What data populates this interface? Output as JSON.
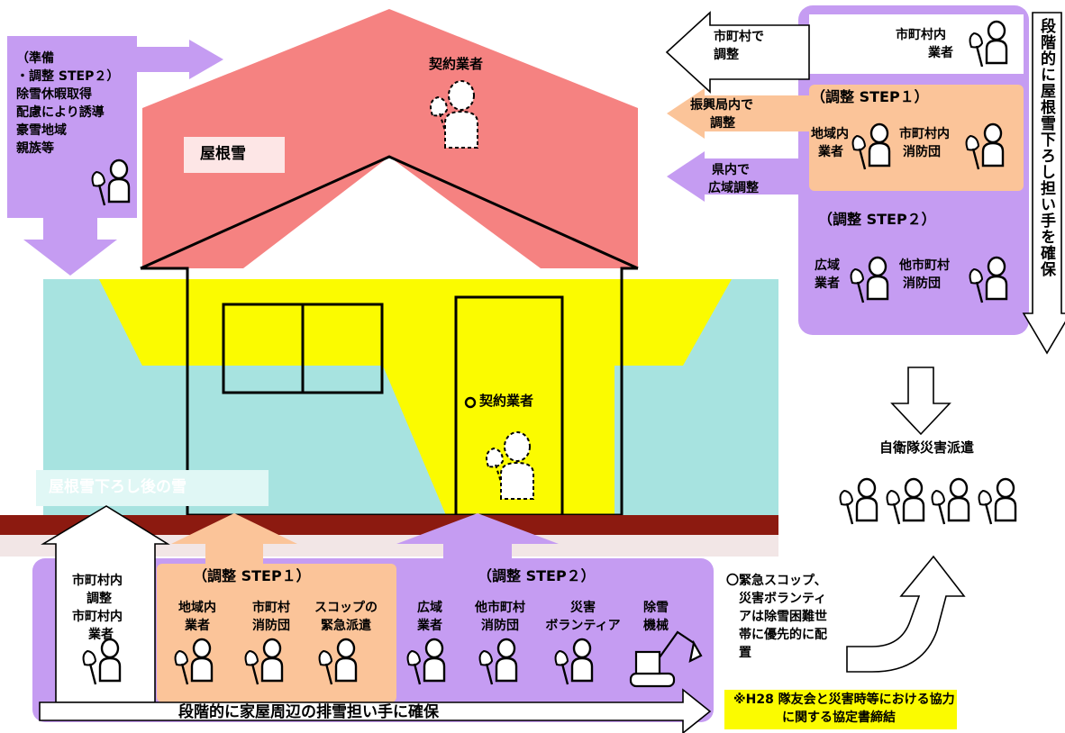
{
  "colors": {
    "roof": "#f58281",
    "wall": "#a7e3e0",
    "yellow": "#fbfb00",
    "purple": "#c59cf2",
    "orange": "#fbc499",
    "ground": "#8c1a10",
    "white": "#ffffff"
  },
  "roof": {
    "contractor_label": "契約業者",
    "roof_snow_label": "屋根雪"
  },
  "ground": {
    "after_snow_label": "屋根雪下ろし後の雪",
    "contractor_label": "契約業者"
  },
  "left_box": {
    "line1": "（準備",
    "line2": "・調整 STEP２）",
    "line3": "除雪休暇取得",
    "line4": "配慮により誘導",
    "line5": "豪雪地域",
    "line6": "親族等"
  },
  "right_panel": {
    "arrow1_label_line1": "市町村で",
    "arrow1_label_line2": "調整",
    "municipal_label_line1": "市町村内",
    "municipal_label_line2": "業者",
    "arrow2_label_line1": "振興局内で",
    "arrow2_label_line2": "調整",
    "step1_title": "（調整 STEP１）",
    "step1_item1_line1": "地域内",
    "step1_item1_line2": "業者",
    "step1_item2_line1": "市町村内",
    "step1_item2_line2": "消防団",
    "arrow3_label_line1": "県内で",
    "arrow3_label_line2": "広域調整",
    "step2_title": "（調整 STEP２）",
    "step2_item1_line1": "広域",
    "step2_item1_line2": "業者",
    "step2_item2_line1": "他市町村",
    "step2_item2_line2": "消防団",
    "vertical_label": "段階的に屋根雪下ろし担い手を確保"
  },
  "sdf": {
    "label": "自衛隊災害派遣"
  },
  "bottom_panel": {
    "municipal_adjust_line1": "市町村内",
    "municipal_adjust_line2": "調整",
    "municipal_vendor_line1": "市町村内",
    "municipal_vendor_line2": "業者",
    "step1_title": "（調整 STEP１）",
    "step1_items": [
      {
        "line1": "地域内",
        "line2": "業者"
      },
      {
        "line1": "市町村",
        "line2": "消防団"
      },
      {
        "line1": "スコップの",
        "line2": "緊急派遣"
      }
    ],
    "step2_title": "（調整 STEP２）",
    "step2_items": [
      {
        "line1": "広域",
        "line2": "業者"
      },
      {
        "line1": "他市町村",
        "line2": "消防団"
      },
      {
        "line1": "災害",
        "line2": "ボランティア"
      },
      {
        "line1": "除雪",
        "line2": "機械"
      }
    ],
    "arrow_label": "段階的に家屋周辺の排雪担い手に確保"
  },
  "note": {
    "line1": "〇緊急スコップ、",
    "line2": "災害ボランティ",
    "line3": "アは除雪困難世",
    "line4": "帯に優先的に配",
    "line5": "置"
  },
  "agreement": {
    "line1": "※H28 隊友会と災害時等における協力",
    "line2": "に関する協定書締結"
  }
}
